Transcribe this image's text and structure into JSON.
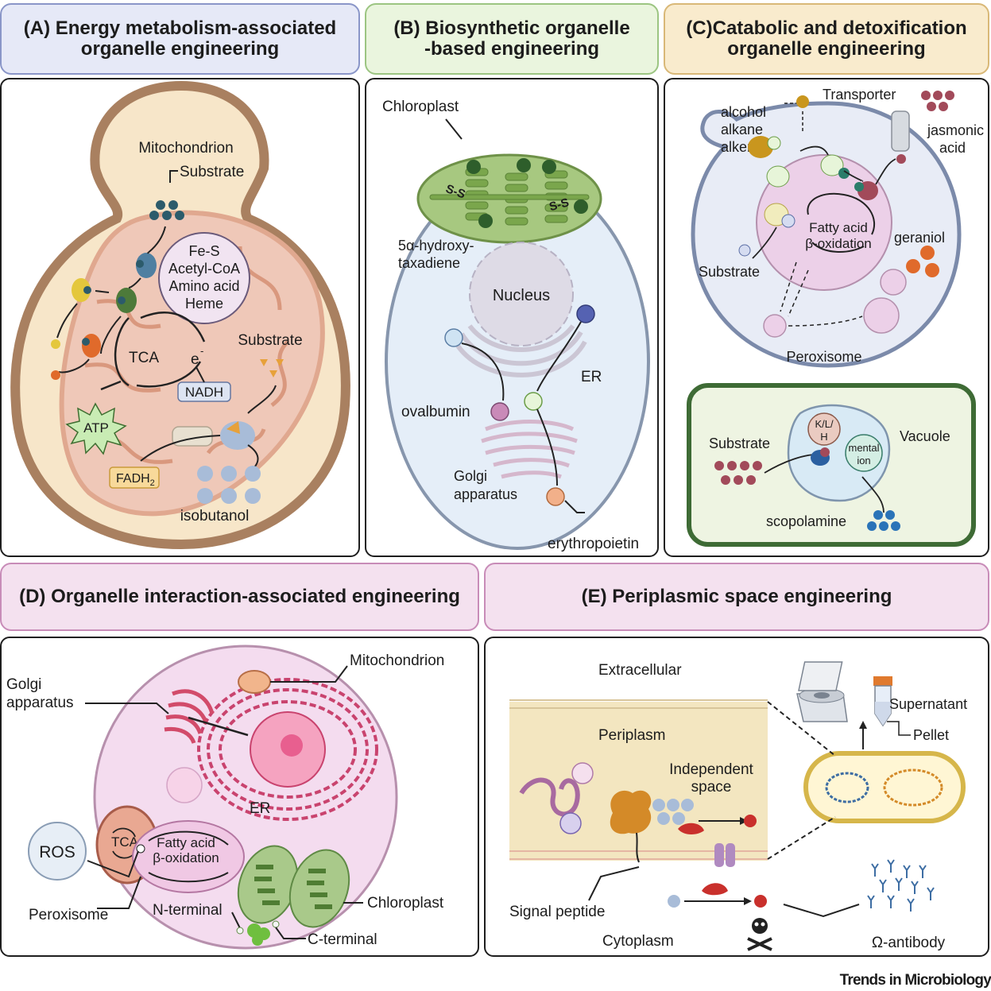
{
  "panel_a": {
    "header": [
      "(A) Energy metabolism-associated",
      "organelle engineering"
    ],
    "labels": {
      "mitochondrion": "Mitochondrion",
      "substrate_top": "Substrate",
      "fes_list": [
        "Fe-S",
        "Acetyl-CoA",
        "Amino acid",
        "Heme"
      ],
      "tca": "TCA",
      "electron": "e",
      "electron_sup": "-",
      "nadh": "NADH",
      "atp": "ATP",
      "substrate_right": "Substrate",
      "fadh2": "FADH",
      "fadh2_sub": "2",
      "isobutanol": "isobutanol"
    }
  },
  "panel_b": {
    "header": [
      "(B) Biosynthetic organelle",
      "-based engineering"
    ],
    "labels": {
      "chloroplast": "Chloroplast",
      "ss": "S-S",
      "taxadiene": [
        "5α-hydroxy-",
        "taxadiene"
      ],
      "nucleus": "Nucleus",
      "er": "ER",
      "ovalbumin": "ovalbumin",
      "golgi": [
        "Golgi",
        "apparatus"
      ],
      "erythropoietin": "erythropoietin"
    }
  },
  "panel_c": {
    "header": [
      "(C)Catabolic and detoxification",
      "organelle engineering"
    ],
    "labels": {
      "alcohol": [
        "alcohol",
        "alkane",
        "alkene"
      ],
      "transporter": "Transporter",
      "jasmonic": [
        "jasmonic",
        "acid"
      ],
      "fatty_acid": [
        "Fatty acid",
        "β-oxidation"
      ],
      "geraniol": "geraniol",
      "substrate": "Substrate",
      "peroxisome": "Peroxisome",
      "substrate_vac": "Substrate",
      "klh": [
        "K/L/",
        "H"
      ],
      "vacuole": "Vacuole",
      "mental_ion": [
        "mental",
        "ion"
      ],
      "scopolamine": "scopolamine"
    }
  },
  "panel_d": {
    "header": [
      "(D) Organelle interaction-associated engineering"
    ],
    "labels": {
      "mitochondrion": "Mitochondrion",
      "golgi": [
        "Golgi",
        "apparatus"
      ],
      "er": "ER",
      "tca": "TCA",
      "fatty_acid": [
        "Fatty acid",
        "β-oxidation"
      ],
      "ros": "ROS",
      "peroxisome": "Peroxisome",
      "n_terminal": "N-terminal",
      "chloroplast": "Chloroplast",
      "c_terminal": "C-terminal"
    }
  },
  "panel_e": {
    "header": [
      "(E) Periplasmic space engineering"
    ],
    "labels": {
      "extracellular": "Extracellular",
      "supernatant": "Supernatant",
      "pellet": "Pellet",
      "periplasm": "Periplasm",
      "independent": [
        "Independent",
        "space"
      ],
      "signal_peptide": "Signal peptide",
      "cytoplasm": "Cytoplasm",
      "antibody": "Ω-antibody"
    }
  },
  "footer": "Trends in Microbiology",
  "colors": {
    "panel_a_header": "#e6e9f7",
    "panel_b_header": "#eaf5de",
    "panel_c_header": "#f9ebcd",
    "panel_de_header": "#f4e1ef",
    "yeast_wall": "#a98060",
    "cytoplasm": "#f7e6c9",
    "mito": "#efc8b8",
    "cell_blue": "#e5eef8",
    "chloroplast": "#a7c880",
    "peroxisome": "#ecd0e8",
    "vacuole_bg": "#eef4e2"
  }
}
